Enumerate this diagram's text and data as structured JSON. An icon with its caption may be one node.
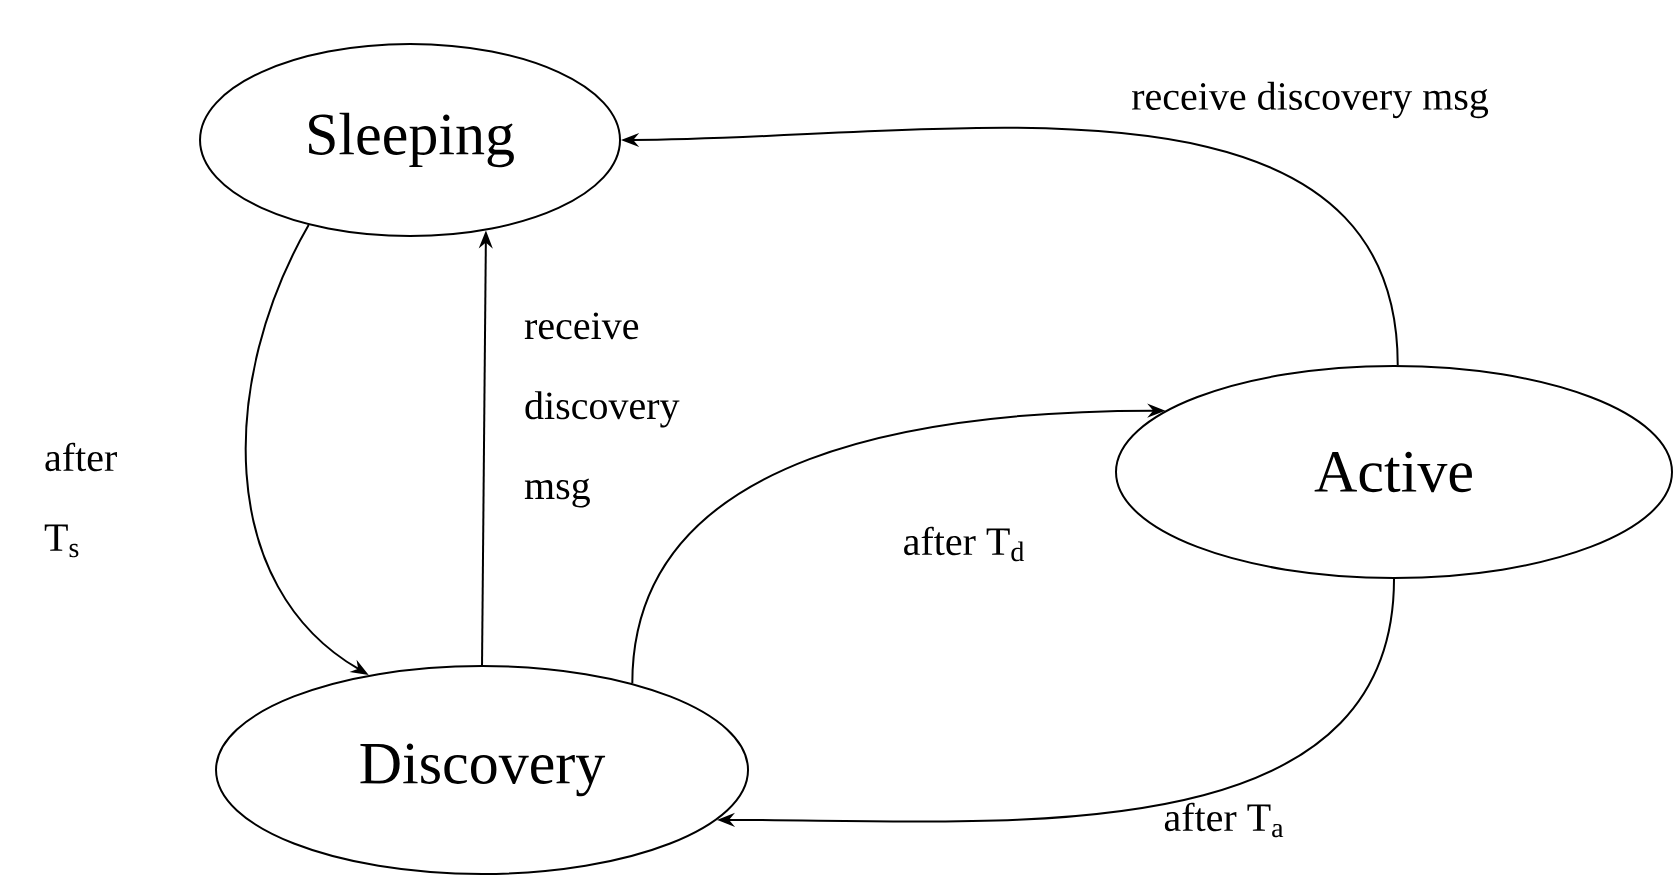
{
  "diagram": {
    "nodes": [
      {
        "text": [
          "Sleeping"
        ]
      },
      {
        "text": [
          "Active"
        ]
      },
      {
        "text": [
          "Discovery"
        ]
      }
    ],
    "edges": [
      {
        "from": 0,
        "to": 2,
        "arrow": "to",
        "label": "after T$_{s}$"
      },
      {
        "from": 2,
        "to": 0,
        "arrow": "to",
        "label": "receive discovery msg"
      },
      {
        "from": 2,
        "to": 1,
        "arrow": "to",
        "label": "after T$_{d}$"
      },
      {
        "from": 1,
        "to": 2,
        "arrow": "to",
        "label": "after T$_{a}$"
      },
      {
        "from": 1,
        "to": 0,
        "arrow": "to",
        "label": "receive discovery msg"
      }
    ]
  }
}
